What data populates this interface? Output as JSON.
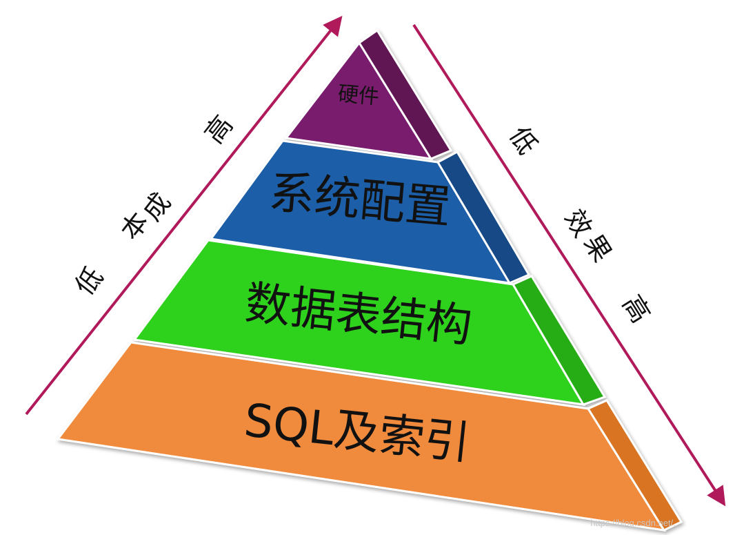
{
  "layers": [
    {
      "key": "hardware",
      "label": "硬件",
      "color": "#7a1f6e",
      "side_color": "#5e1552"
    },
    {
      "key": "system_config",
      "label": "系统配置",
      "color": "#1f5fa8",
      "side_color": "#184a85"
    },
    {
      "key": "table_structure",
      "label": "数据表结构",
      "color": "#2fd21f",
      "side_color": "#25ad18"
    },
    {
      "key": "sql_index",
      "label": "SQL及索引",
      "color": "#f08a3c",
      "side_color": "#d97424"
    }
  ],
  "cost_axis": {
    "label": "成本",
    "low": "低",
    "high": "高",
    "color": "#b0195a"
  },
  "effect_axis": {
    "label": "效果",
    "low": "高",
    "high": "低",
    "color": "#b0195a"
  },
  "watermark": "https://blog.csdn.net/..."
}
